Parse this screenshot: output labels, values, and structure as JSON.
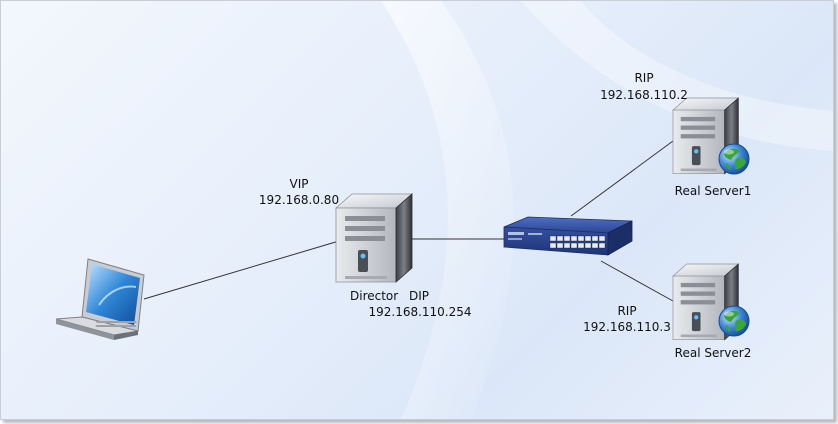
{
  "director": {
    "name": "Director",
    "vip_label": "VIP",
    "vip": "192.168.0.80",
    "dip_label": "DIP",
    "dip": "192.168.110.254"
  },
  "real_server1": {
    "name": "Real Server1",
    "rip_label": "RIP",
    "rip": "192.168.110.2"
  },
  "real_server2": {
    "name": "Real Server2",
    "rip_label": "RIP",
    "rip": "192.168.110.3"
  },
  "colors": {
    "background": "#e7effb",
    "switch_blue": "#2c4a9c",
    "server_gray": "#9a9ea6",
    "link_line": "#333333"
  },
  "icons": [
    "laptop-icon",
    "server-icon",
    "network-switch-icon",
    "globe-icon"
  ]
}
